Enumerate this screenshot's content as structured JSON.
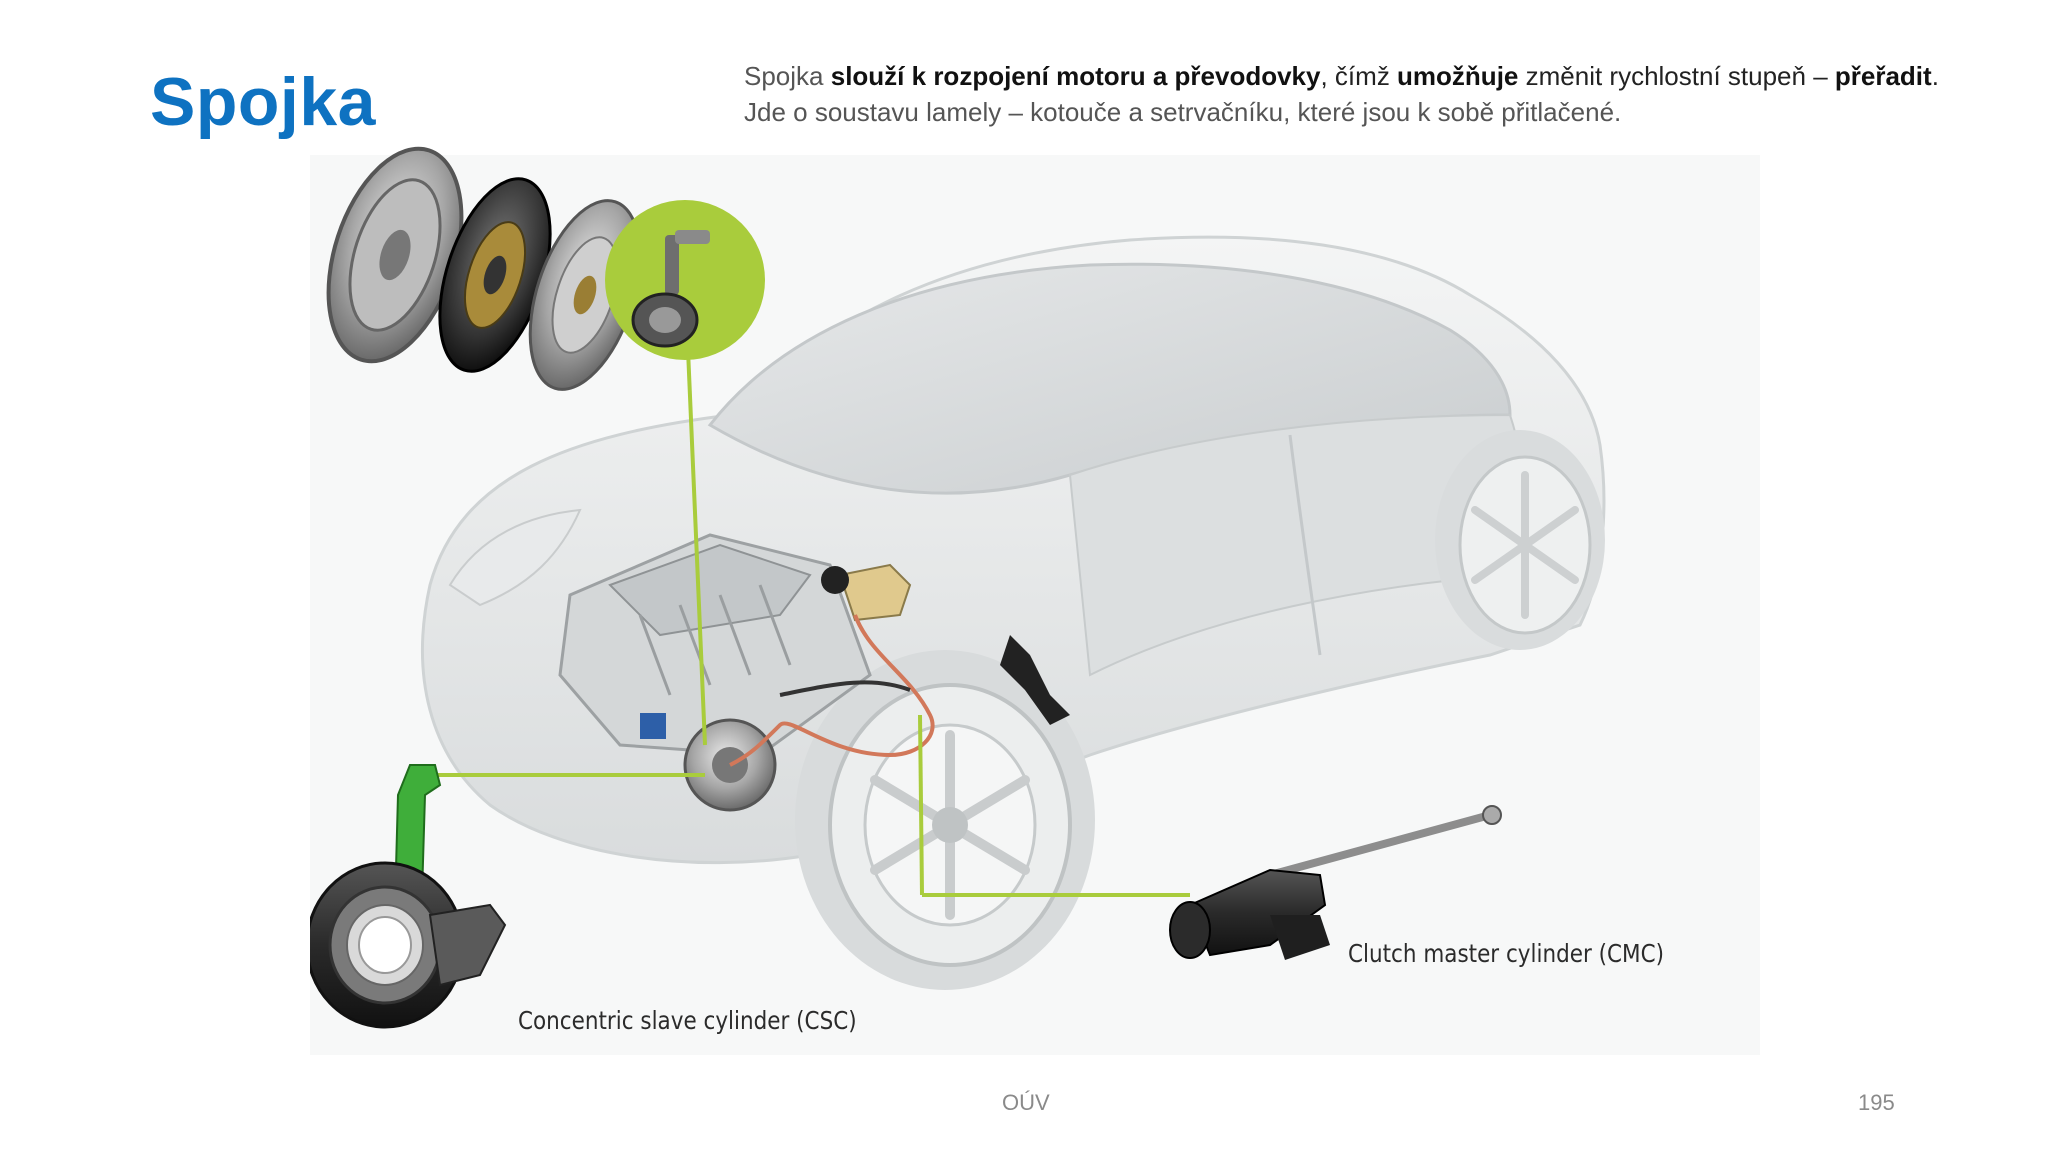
{
  "slide": {
    "title": "Spojka",
    "intro": {
      "line1": [
        {
          "text": "Spojka ",
          "style": "gray"
        },
        {
          "text": "slouží k rozpojení motoru a převodovky",
          "style": "bold"
        },
        {
          "text": ", čímž ",
          "style": "normal"
        },
        {
          "text": "umožňuje",
          "style": "bold"
        },
        {
          "text": " změnit rychlostní stupeň – ",
          "style": "normal"
        },
        {
          "text": "přeřadit",
          "style": "bold"
        },
        {
          "text": ".",
          "style": "normal"
        }
      ],
      "line2": "Jde o soustavu lamely – kotouče a setrvačníku, které jsou k sobě přitlačené."
    },
    "figure": {
      "labels": {
        "csc": "Concentric slave cylinder (CSC)",
        "cmc": "Clutch master cylinder (CMC)"
      }
    },
    "footer": {
      "center": "OÚV",
      "page": "195"
    }
  },
  "colors": {
    "title": "#0e72c1",
    "highlight_green": "#a9cc3c",
    "slave_green": "#3fae3a",
    "hydraulic_line": "#d2785a",
    "car_body": "#e4e7e8"
  }
}
